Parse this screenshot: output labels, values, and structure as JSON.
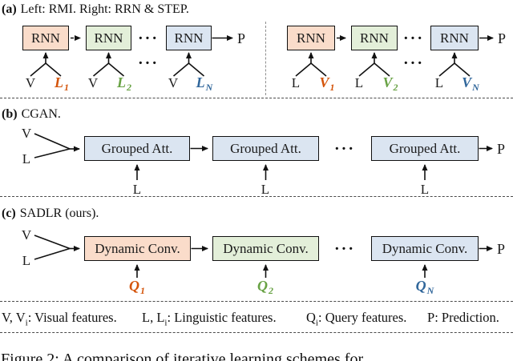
{
  "palette": {
    "box_peach": "#fadcca",
    "box_green": "#e3efd9",
    "box_blue": "#dbe5f1",
    "accent_orange": "#d4540a",
    "accent_green": "#68a244",
    "accent_blue": "#31679b"
  },
  "dots": "···",
  "sections": {
    "a": {
      "tag": "(a)",
      "title": "Left: RMI. Right: RRN & STEP.",
      "box_label": "RNN",
      "output": "P",
      "left_pairs": [
        {
          "plain": "V",
          "base": "L",
          "sub": "1"
        },
        {
          "plain": "V",
          "base": "L",
          "sub": "2"
        },
        {
          "plain": "V",
          "base": "L",
          "sub": "N"
        }
      ],
      "right_pairs": [
        {
          "plain": "L",
          "base": "V",
          "sub": "1"
        },
        {
          "plain": "L",
          "base": "V",
          "sub": "2"
        },
        {
          "plain": "L",
          "base": "V",
          "sub": "N"
        }
      ]
    },
    "b": {
      "tag": "(b)",
      "title": "CGAN.",
      "box_label": "Grouped Att.",
      "output": "P",
      "side_top": "V",
      "side_bottom": "L",
      "bottom_inputs": [
        "L",
        "L",
        "L"
      ]
    },
    "c": {
      "tag": "(c)",
      "title": "SADLR (ours).",
      "box_label": "Dynamic Conv.",
      "output": "P",
      "side_top": "V",
      "side_bottom": "L",
      "bottom_inputs": [
        {
          "base": "Q",
          "sub": "1"
        },
        {
          "base": "Q",
          "sub": "2"
        },
        {
          "base": "Q",
          "sub": "N"
        }
      ]
    }
  },
  "legend": {
    "items": [
      {
        "pre": "V, V",
        "sub": "i",
        "post": ": Visual features."
      },
      {
        "pre": "L, L",
        "sub": "i",
        "post": ": Linguistic features."
      },
      {
        "pre": "Q",
        "sub": "i",
        "post": ": Query features."
      },
      {
        "pre": "P",
        "sub": "",
        "post": ": Prediction."
      }
    ]
  },
  "caption": "Figure 2: A comparison of iterative learning schemes for"
}
